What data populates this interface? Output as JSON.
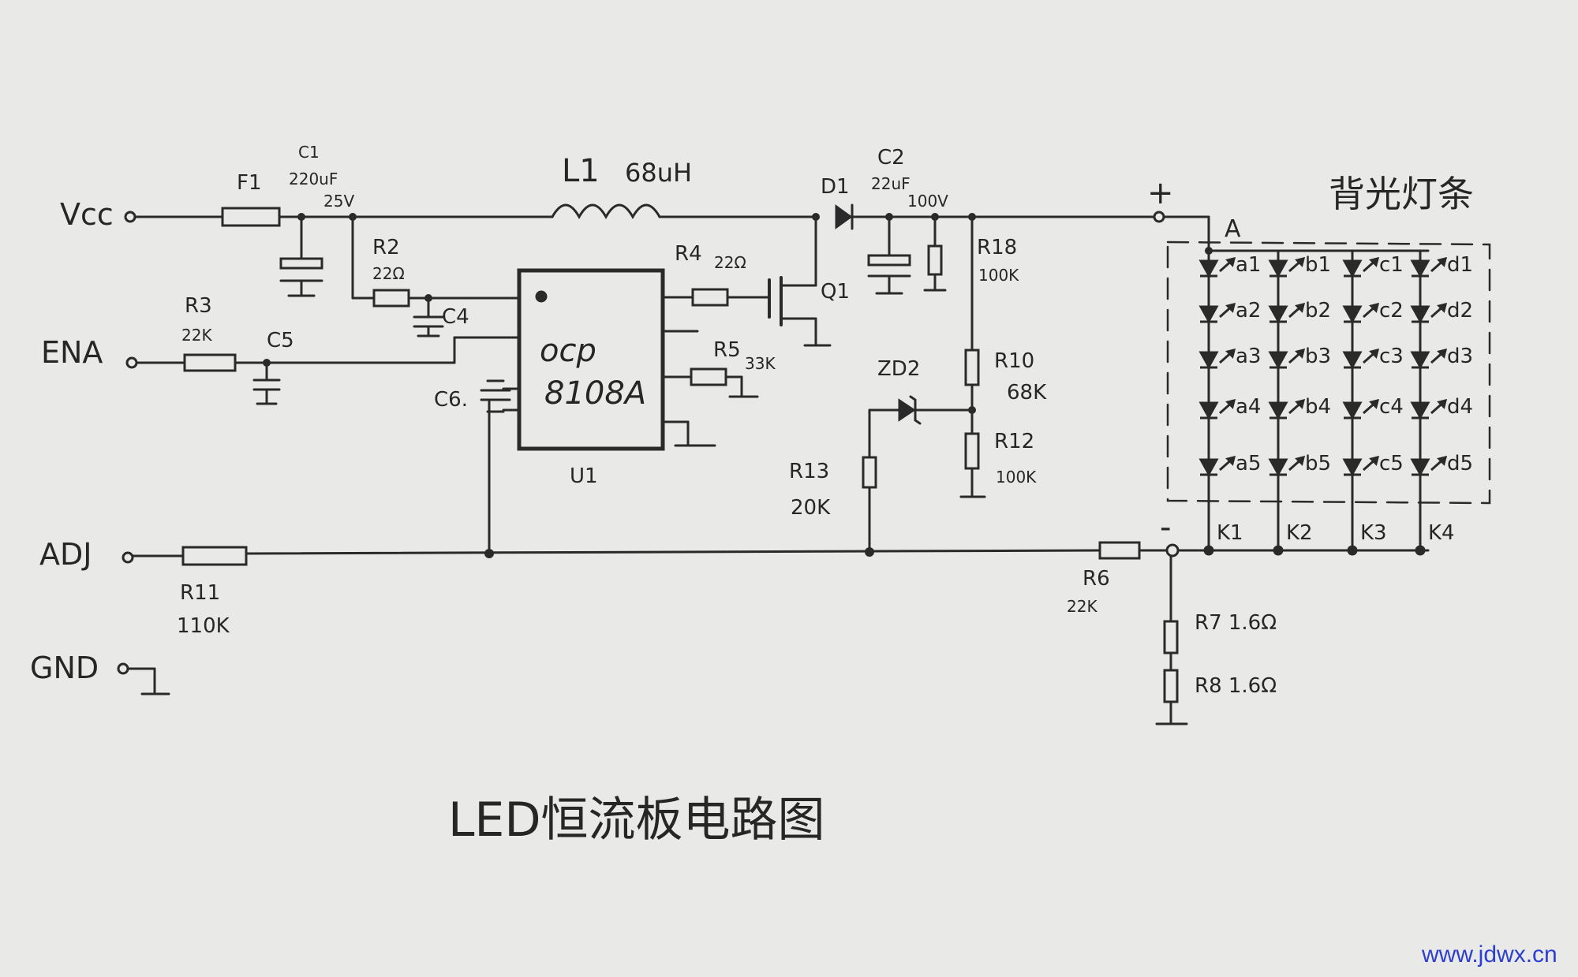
{
  "title": "LED恒流板电路图",
  "watermark": "www.jdwx.cn",
  "strip_label": "背光灯条",
  "terminals": [
    "Vcc",
    "ENA",
    "ADJ",
    "GND"
  ],
  "ic": {
    "name": "U1",
    "part": [
      "ocp",
      "8108A"
    ]
  },
  "labels": {
    "F1": "F1",
    "C1": "C1",
    "C1_val": "220uF",
    "C1_v": "25V",
    "L1": "L1",
    "L1_val": "68uH",
    "D1": "D1",
    "C2": "C2",
    "C2_val": "22uF",
    "C2_v": "100V",
    "R2": "R2",
    "R2_val": "22Ω",
    "C4": "C4",
    "R3": "R3",
    "R3_val": "22K",
    "C5": "C5",
    "C6": "C6.",
    "R4": "R4",
    "R4_val": "22Ω",
    "Q1": "Q1",
    "R5": "R5",
    "R5_val": "33K",
    "R18": "R18",
    "R18_val": "100K",
    "R10": "R10",
    "R10_val": "68K",
    "ZD2": "ZD2",
    "R12": "R12",
    "R12_val": "100K",
    "R13": "R13",
    "R13_val": "20K",
    "R11": "R11",
    "R11_val": "110K",
    "R6": "R6",
    "R6_val": "22K",
    "R7": "R7 1.6Ω",
    "R8": "R8 1.6Ω",
    "plus": "+",
    "minus": "-",
    "A": "A"
  },
  "led_strings": [
    {
      "cathode": "K1",
      "leds": [
        "a1",
        "a2",
        "a3",
        "a4",
        "a5"
      ]
    },
    {
      "cathode": "K2",
      "leds": [
        "b1",
        "b2",
        "b3",
        "b4",
        "b5"
      ]
    },
    {
      "cathode": "K3",
      "leds": [
        "c1",
        "c2",
        "c3",
        "c4",
        "c5"
      ]
    },
    {
      "cathode": "K4",
      "leds": [
        "d1",
        "d2",
        "d3",
        "d4",
        "d5"
      ]
    }
  ]
}
